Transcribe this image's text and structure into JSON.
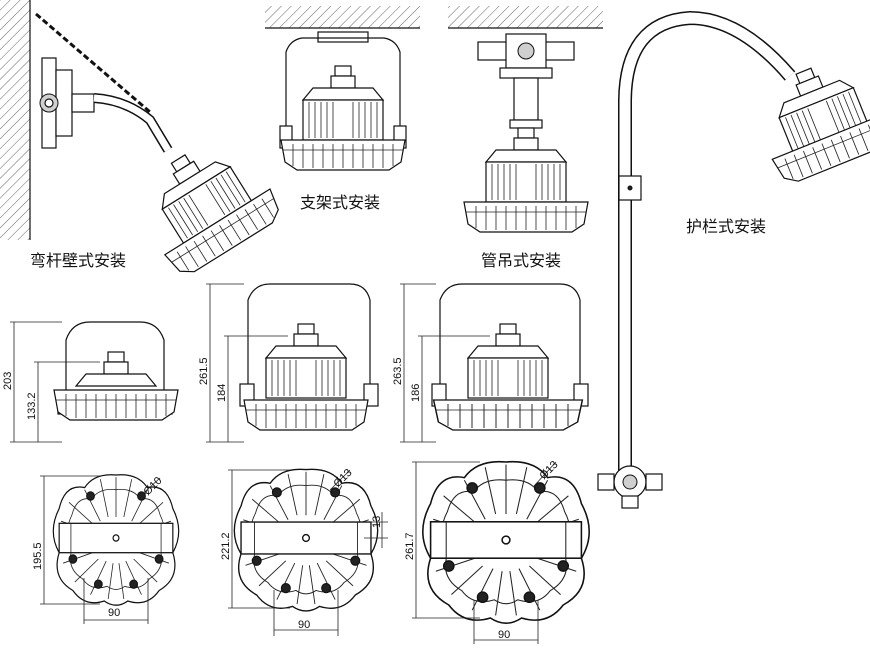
{
  "captions": {
    "wall_mount": "弯杆壁式安装",
    "bracket_mount": "支架式安装",
    "pipe_mount": "管吊式安装",
    "rail_mount": "护栏式安装"
  },
  "dimensions": {
    "small": {
      "height_total": "203",
      "height_body": "133.2",
      "width_base": "195.5",
      "hole_spacing": "90",
      "hole_dia": "Ø10"
    },
    "medium": {
      "height_total": "261.5",
      "height_body": "184",
      "width_base": "221.2",
      "hole_spacing": "90",
      "hole_dia": "Ø13",
      "slot": "13"
    },
    "large": {
      "height_total": "263.5",
      "height_body": "186",
      "width_base": "261.7",
      "hole_spacing": "90",
      "hole_dia": "Ø13"
    }
  }
}
